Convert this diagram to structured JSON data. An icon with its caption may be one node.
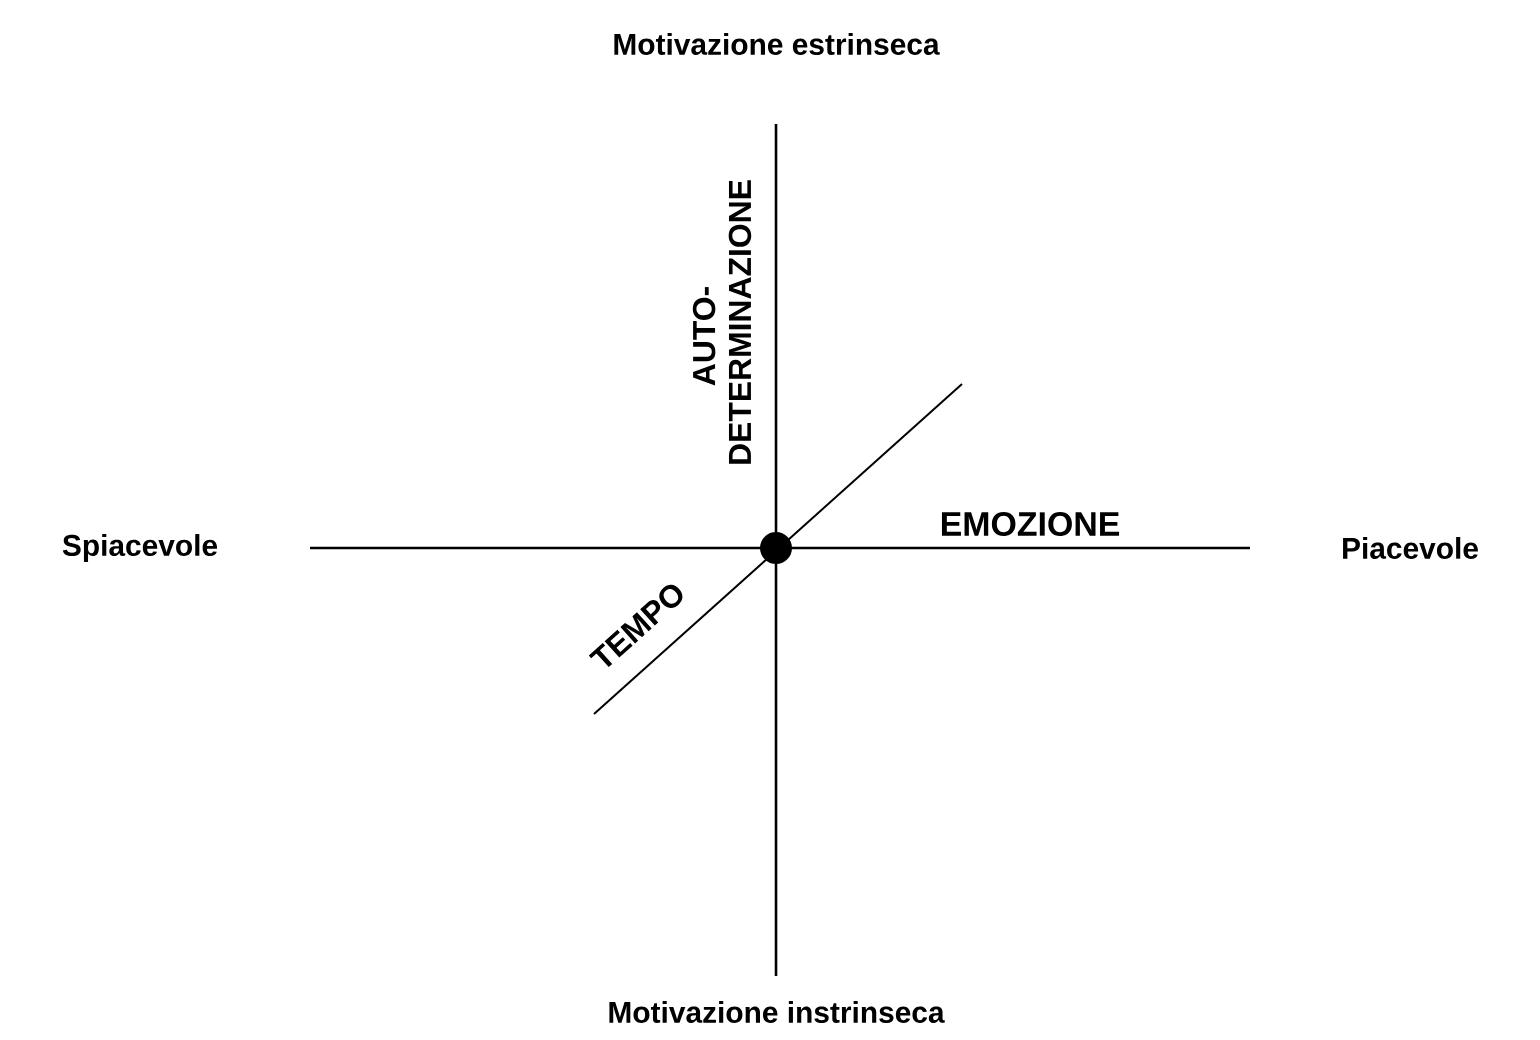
{
  "diagram": {
    "labels": [
      "Motivazione estrinseca",
      "AUTO-DETERMINAZIONE",
      "Spiacevole",
      "EMOZIONE",
      "Piacevole",
      "TEMPO",
      "Motivazione instrinseca"
    ]
  }
}
